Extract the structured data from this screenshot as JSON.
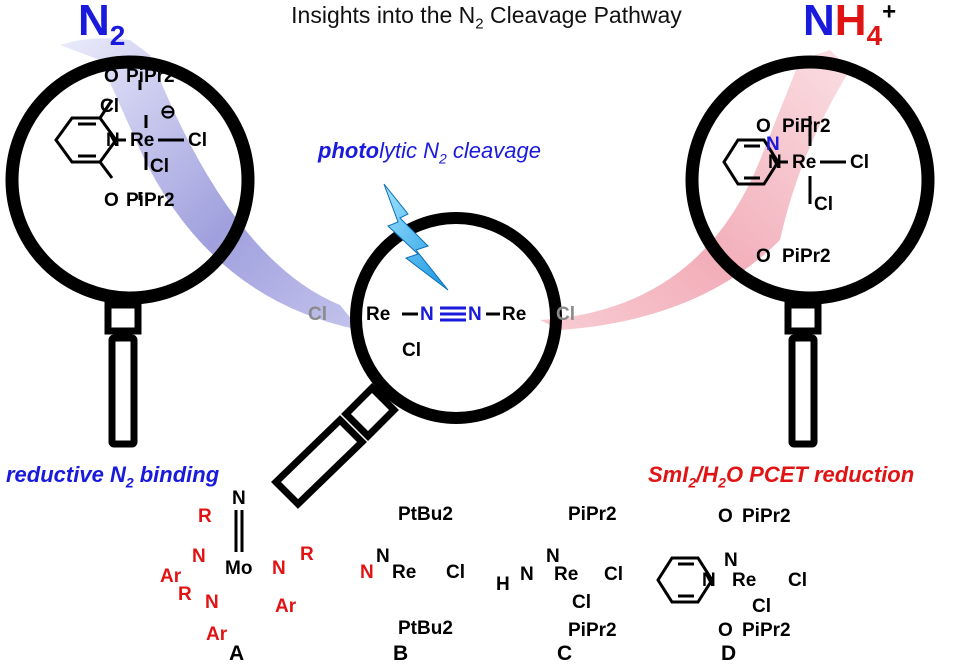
{
  "title": {
    "pre": "Insights into the N",
    "sub": "2",
    "post": " Cleavage Pathway"
  },
  "left_reagent": {
    "main": "N",
    "sub": "2"
  },
  "right_product": {
    "n": "N",
    "h": "H",
    "sub": "4",
    "sup": "+"
  },
  "caption_photo": {
    "a": "photo",
    "b": "lytic N",
    "sub": "2",
    "c": " cleavage"
  },
  "caption_left": {
    "a": "reductive ",
    "n": "N",
    "sub": "2",
    "b": " binding"
  },
  "caption_right": {
    "a": "SmI",
    "sub": "2",
    "b": "/H",
    "sub2": "2",
    "c": "O PCET reduction"
  },
  "compound_labels": [
    "A",
    "B",
    "C",
    "D"
  ],
  "atoms": {
    "re": "Re",
    "cl": "Cl",
    "n": "N",
    "o": "O",
    "mo": "Mo",
    "ar": "Ar",
    "r": "R",
    "h": "H",
    "pipr2": "PiPr2",
    "ptbu2": "PtBu2",
    "minus": "⊖"
  },
  "colors": {
    "blue": "#1a1adc",
    "red": "#e01414",
    "gray": "#8a8a8a",
    "purple": "#8f8fd8",
    "pink": "#f3a8b4"
  }
}
